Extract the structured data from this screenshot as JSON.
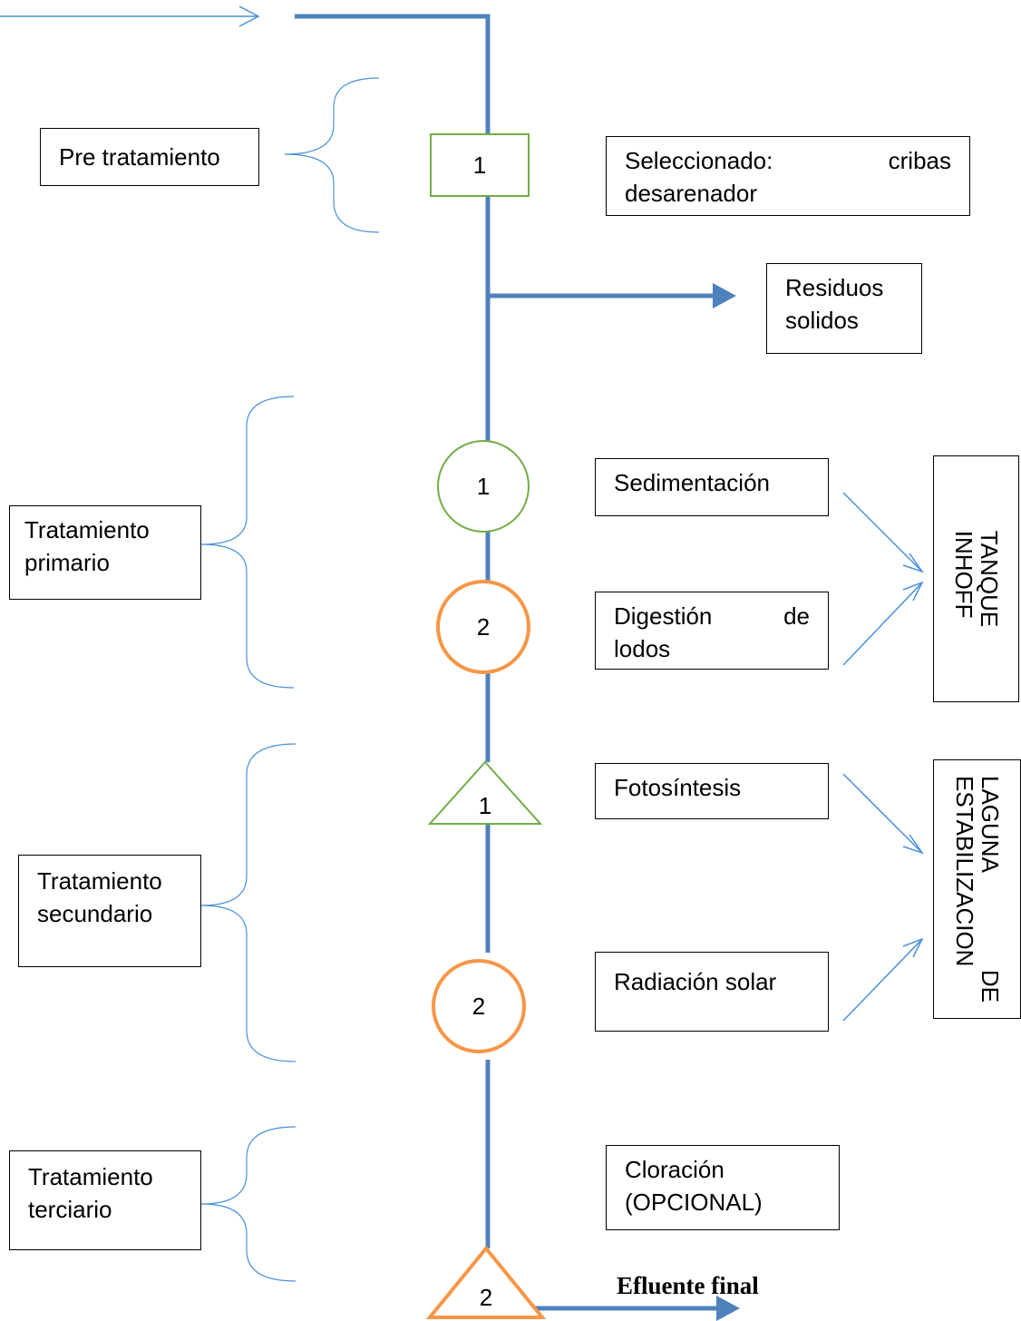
{
  "stages": {
    "pretreatment": "Pre tratamiento",
    "primary": [
      "Tratamiento",
      "primario"
    ],
    "secondary": [
      "Tratamiento",
      "secundario"
    ],
    "tertiary": [
      "Tratamiento",
      "terciario"
    ]
  },
  "steps": {
    "pre_1": {
      "number": "1",
      "description": [
        "Seleccionado: cribas",
        "desarenador"
      ]
    },
    "residues": [
      "Residuos",
      "solidos"
    ],
    "primary_1": {
      "number": "1",
      "description": "Sedimentación"
    },
    "primary_2": {
      "number": "2",
      "description": [
        "Digestión de",
        "lodos"
      ]
    },
    "secondary_1": {
      "number": "1",
      "description": "Fotosíntesis"
    },
    "secondary_2": {
      "number": "2",
      "description": "Radiación solar"
    },
    "tertiary_2": {
      "number": "2",
      "description": [
        "Cloración",
        "(OPCIONAL)"
      ]
    }
  },
  "units": {
    "inhoff": [
      "TANQUE",
      "INHOFF"
    ],
    "laguna": [
      "LAGUNA DE",
      "ESTABILIZACION"
    ]
  },
  "output": "Efluente final",
  "colors": {
    "flow_line": "#4f81bd",
    "connector": "#4a90d9",
    "green": "#70ad47",
    "orange": "#f79646",
    "text": "#000000"
  }
}
